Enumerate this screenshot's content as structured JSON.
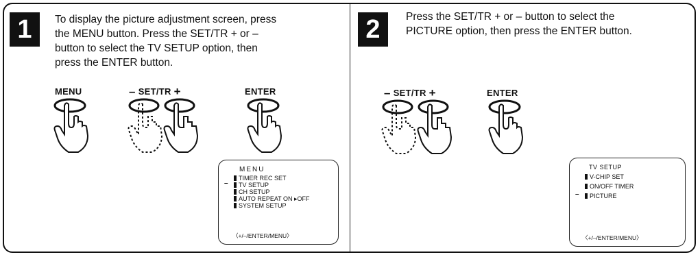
{
  "steps": [
    {
      "number": "1",
      "text_lines": [
        "To display the picture adjustment screen, press",
        "the MENU button. Press the SET/TR + or –",
        "button to select the TV SETUP option, then",
        "press the ENTER button."
      ],
      "buttons": {
        "menu": "MENU",
        "set_tr": "SET/TR",
        "minus": "–",
        "plus": "+",
        "enter": "ENTER"
      },
      "osd": {
        "title": "MENU",
        "items": [
          "TIMER REC SET",
          "TV SETUP",
          "CH SETUP",
          "AUTO REPEAT  ON ▸OFF",
          "SYSTEM  SETUP"
        ],
        "selected_marker": "–",
        "footer": "〈+/–/ENTER/MENU〉"
      }
    },
    {
      "number": "2",
      "text_lines": [
        "Press the SET/TR + or – button to select the",
        "PICTURE option, then press the ENTER button."
      ],
      "buttons": {
        "set_tr": "SET/TR",
        "minus": "–",
        "plus": "+",
        "enter": "ENTER"
      },
      "osd": {
        "title": "TV SETUP",
        "items": [
          "V-CHIP SET",
          "ON/OFF  TIMER",
          "PICTURE"
        ],
        "selected_marker": "–",
        "footer": "〈+/–/ENTER/MENU〉"
      }
    }
  ]
}
